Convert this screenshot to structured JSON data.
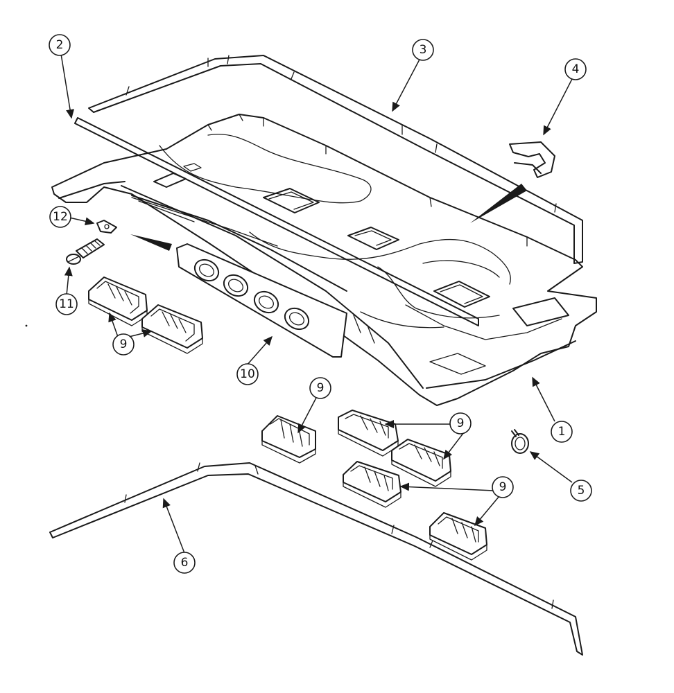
{
  "callouts": [
    {
      "id": "c1",
      "label": "1"
    },
    {
      "id": "c2",
      "label": "2"
    },
    {
      "id": "c3",
      "label": "3"
    },
    {
      "id": "c4",
      "label": "4"
    },
    {
      "id": "c5",
      "label": "5"
    },
    {
      "id": "c6",
      "label": "6"
    },
    {
      "id": "c9a",
      "label": "9"
    },
    {
      "id": "c9b",
      "label": "9"
    },
    {
      "id": "c9c",
      "label": "9"
    },
    {
      "id": "c9d",
      "label": "9"
    },
    {
      "id": "c10",
      "label": "10"
    },
    {
      "id": "c11",
      "label": "11"
    },
    {
      "id": "c12",
      "label": "12"
    }
  ]
}
